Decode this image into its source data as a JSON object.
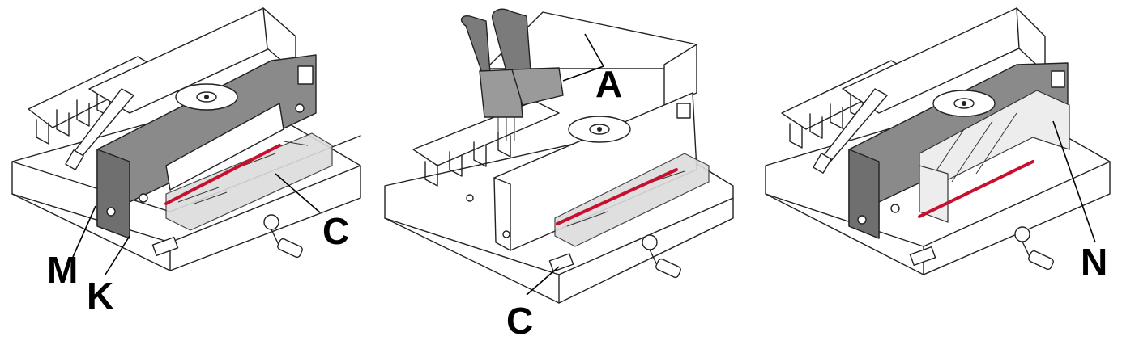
{
  "figure": {
    "panels": [
      {
        "id": "left",
        "labels": [
          "M",
          "K",
          "C"
        ]
      },
      {
        "id": "middle",
        "labels": [
          "A",
          "C"
        ]
      },
      {
        "id": "right",
        "labels": [
          "N"
        ]
      }
    ]
  },
  "callouts": {
    "left_m": "M",
    "left_k": "K",
    "left_c": "C",
    "middle_a": "A",
    "middle_c": "C",
    "right_n": "N"
  },
  "colors": {
    "cut_line": "#c8102e",
    "housing": "#8a8a8a",
    "glove": "#7b7b7b",
    "outline": "#222222"
  }
}
